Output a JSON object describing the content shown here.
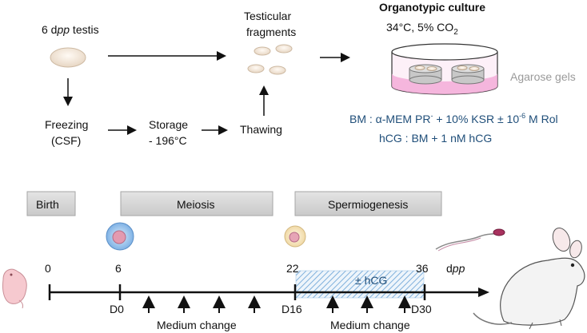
{
  "top": {
    "testis_pre": "6 d",
    "testis_italic": "pp",
    "testis_post": " testis",
    "fragments_line1": "Testicular",
    "fragments_line2": "fragments",
    "culture_title": "Organotypic culture",
    "culture_conditions_pre": "34°C, 5% CO",
    "culture_conditions_sub": "2",
    "agarose_label": "Agarose gels",
    "freezing_line1": "Freezing",
    "freezing_line2": "(CSF)",
    "storage_line1": "Storage",
    "storage_line2": "- 196°C",
    "thawing": "Thawing",
    "bm_pre": "BM : α-MEM PR",
    "bm_sup1": "-",
    "bm_mid": " + 10% KSR ± 10",
    "bm_sup2": "-6",
    "bm_post": " M Rol",
    "hcg_medium": "hCG : BM + 1 nM hCG"
  },
  "timeline": {
    "stages": [
      "Birth",
      "Meiosis",
      "Spermiogenesis"
    ],
    "ages": [
      "0",
      "6",
      "22",
      "36"
    ],
    "unit_pre": "d",
    "unit_italic": "pp",
    "days": [
      "D0",
      "D16",
      "D30"
    ],
    "hcg_label": "± hCG",
    "medium_change_1": "Medium change",
    "medium_change_2": "Medium change"
  },
  "colors": {
    "blue_text": "#1f4e79",
    "stage_box": "#d9d9d9",
    "hatch": "#9dc3e6",
    "medium_pink": "#f2a7d6"
  }
}
